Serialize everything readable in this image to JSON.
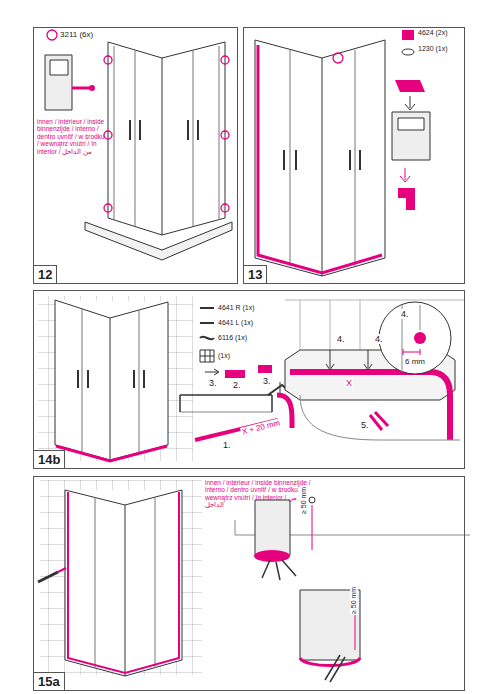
{
  "diagram": {
    "nodes": [
      {
        "text": [
          "12"
        ]
      },
      {
        "text": [
          "13"
        ]
      },
      {
        "text": [
          "14b"
        ]
      },
      {
        "text": [
          "15a"
        ]
      }
    ],
    "labels": [
      "3211 (6x)",
      "innen / intérieur / inside binnenzijde / interno / dentro uvnitř / w środku / wewnątrz vnútri / în interior / من الداخل",
      "4624 (2x)",
      "1230 (1x)",
      "4641 R (1x)",
      "4641 L (1x)",
      "6116 (1x)",
      "(1x)",
      "3.",
      "2.",
      "3.",
      "1.",
      "X + 20 mm",
      "4.",
      "4.",
      "X",
      "4.",
      "6 mm",
      "5.",
      "innen / intérieur / inside binnenzijde / interno / dentro uvnitř / w środku / wewnątrz vnútri / în interior / من الداخل",
      "≥ 50 mm",
      "≥ 50 mm"
    ]
  }
}
